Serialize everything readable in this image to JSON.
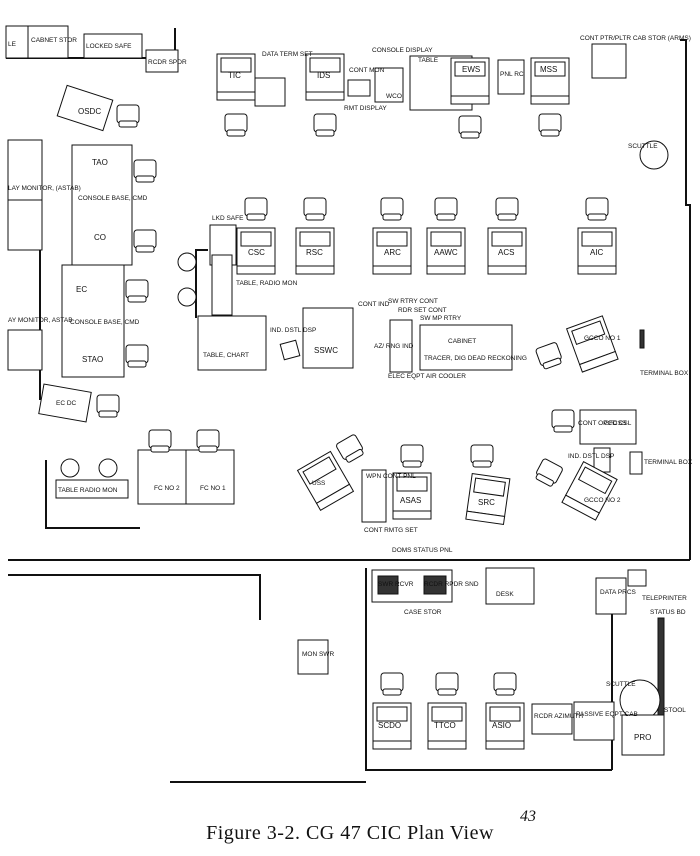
{
  "figure": {
    "caption": "Figure 3-2.  CG 47 CIC Plan View",
    "page_number": "43"
  },
  "labels": {
    "le": "LE",
    "cabnet_stor": "CABNET STOR",
    "locked_safe": "LOCKED SAFE",
    "rcdr_spdr": "RCDR SPDR",
    "tic": "TIC",
    "data_term_set": "DATA TERM SET",
    "ids": "IDS",
    "cont_mon": "CONT MON",
    "console_display": "CONSOLE DISPLAY",
    "table": "TABLE",
    "ews": "EWS",
    "pnl_rc": "PNL RC",
    "mss": "MSS",
    "cont_ptr_pltr": "CONT PTR/PLTR CAB STOR (ARMS)",
    "rmt_display": "RMT DISPLAY",
    "wco": "WCO",
    "osdc": "OSDC",
    "scuttle_top": "SCUTTLE",
    "tao": "TAO",
    "play_monitor_top": "LAY MONITOR, (ASTAB)",
    "console_base_cmd_1": "CONSOLE BASE, CMD",
    "co": "CO",
    "lkd_safe": "LKD SAFE",
    "csc": "CSC",
    "rsc": "RSC",
    "arc": "ARC",
    "aawc": "AAWC",
    "acs": "ACS",
    "aic": "AIC",
    "table_radio_mon_1": "TABLE, RADIO MON",
    "ec": "EC",
    "play_monitor_mid": "AY MONITOR, ASTAB",
    "console_base_cmd_2": "CONSOLE BASE, CMD",
    "stao": "STAO",
    "table_chart": "TABLE, CHART",
    "ind_dstl_dsp_1": "IND. DSTL DSP",
    "sswc": "SSWC",
    "cont_ind": "CONT IND",
    "sw_rtry_cont": "SW RTRY CONT",
    "rdr_set_cont": "RDR SET CONT",
    "sw_mprtry": "SW MP RTRY",
    "az_rng_ind": "AZ/ RNG IND",
    "elec_eqpt_air_cooler": "ELEC EQPT AIR COOLER",
    "cabinet": "CABINET",
    "tracer_dig_reckoning": "TRACER, DIG DEAD RECKONING",
    "gcco_no1": "GCCO NO 1",
    "terminal_box_1": "TERMINAL BOX",
    "ecdc": "EC DC",
    "cont_opcd_csl": "CONT OPCD CSL",
    "gfcss": "GFCSS",
    "ind_dstl_dsp_2": "IND. DSTL DSP",
    "terminal_box_2": "TERMINAL BOX",
    "table_radio_mon_2": "TABLE RADIO MON",
    "fc_no2": "FC NO 2",
    "fc_no1": "FC NO 1",
    "uss": "USS",
    "wpn_cont_pnl": "WPN CONT PNL",
    "asas": "ASAS",
    "src": "SRC",
    "gcco_no2": "GCCO NO 2",
    "cont_rmtg_set": "CONT RMTG SET",
    "doms_status_pnl": "DOMS STATUS PNL",
    "swr_rcvr": "SWR RCVR",
    "rcdr_rpdr_snd": "RCDR RPDR SND",
    "desk": "DESK",
    "case_stor": "CASE STOR",
    "data_prcs": "DATA PRCS",
    "teleprinter": "TELEPRINTER",
    "status_bd": "STATUS BD",
    "mon_swr": "MON SWR",
    "scuttle_bottom": "SCUTTLE",
    "stool": "STOOL",
    "scdo": "SCDO",
    "ttco": "TTCO",
    "asio": "ASIO",
    "rcdr_azimuth": "RCDR AZIMUTH",
    "passive_eqpt_cab": "PASSIVE EQPT CAB",
    "pro": "PRO"
  }
}
